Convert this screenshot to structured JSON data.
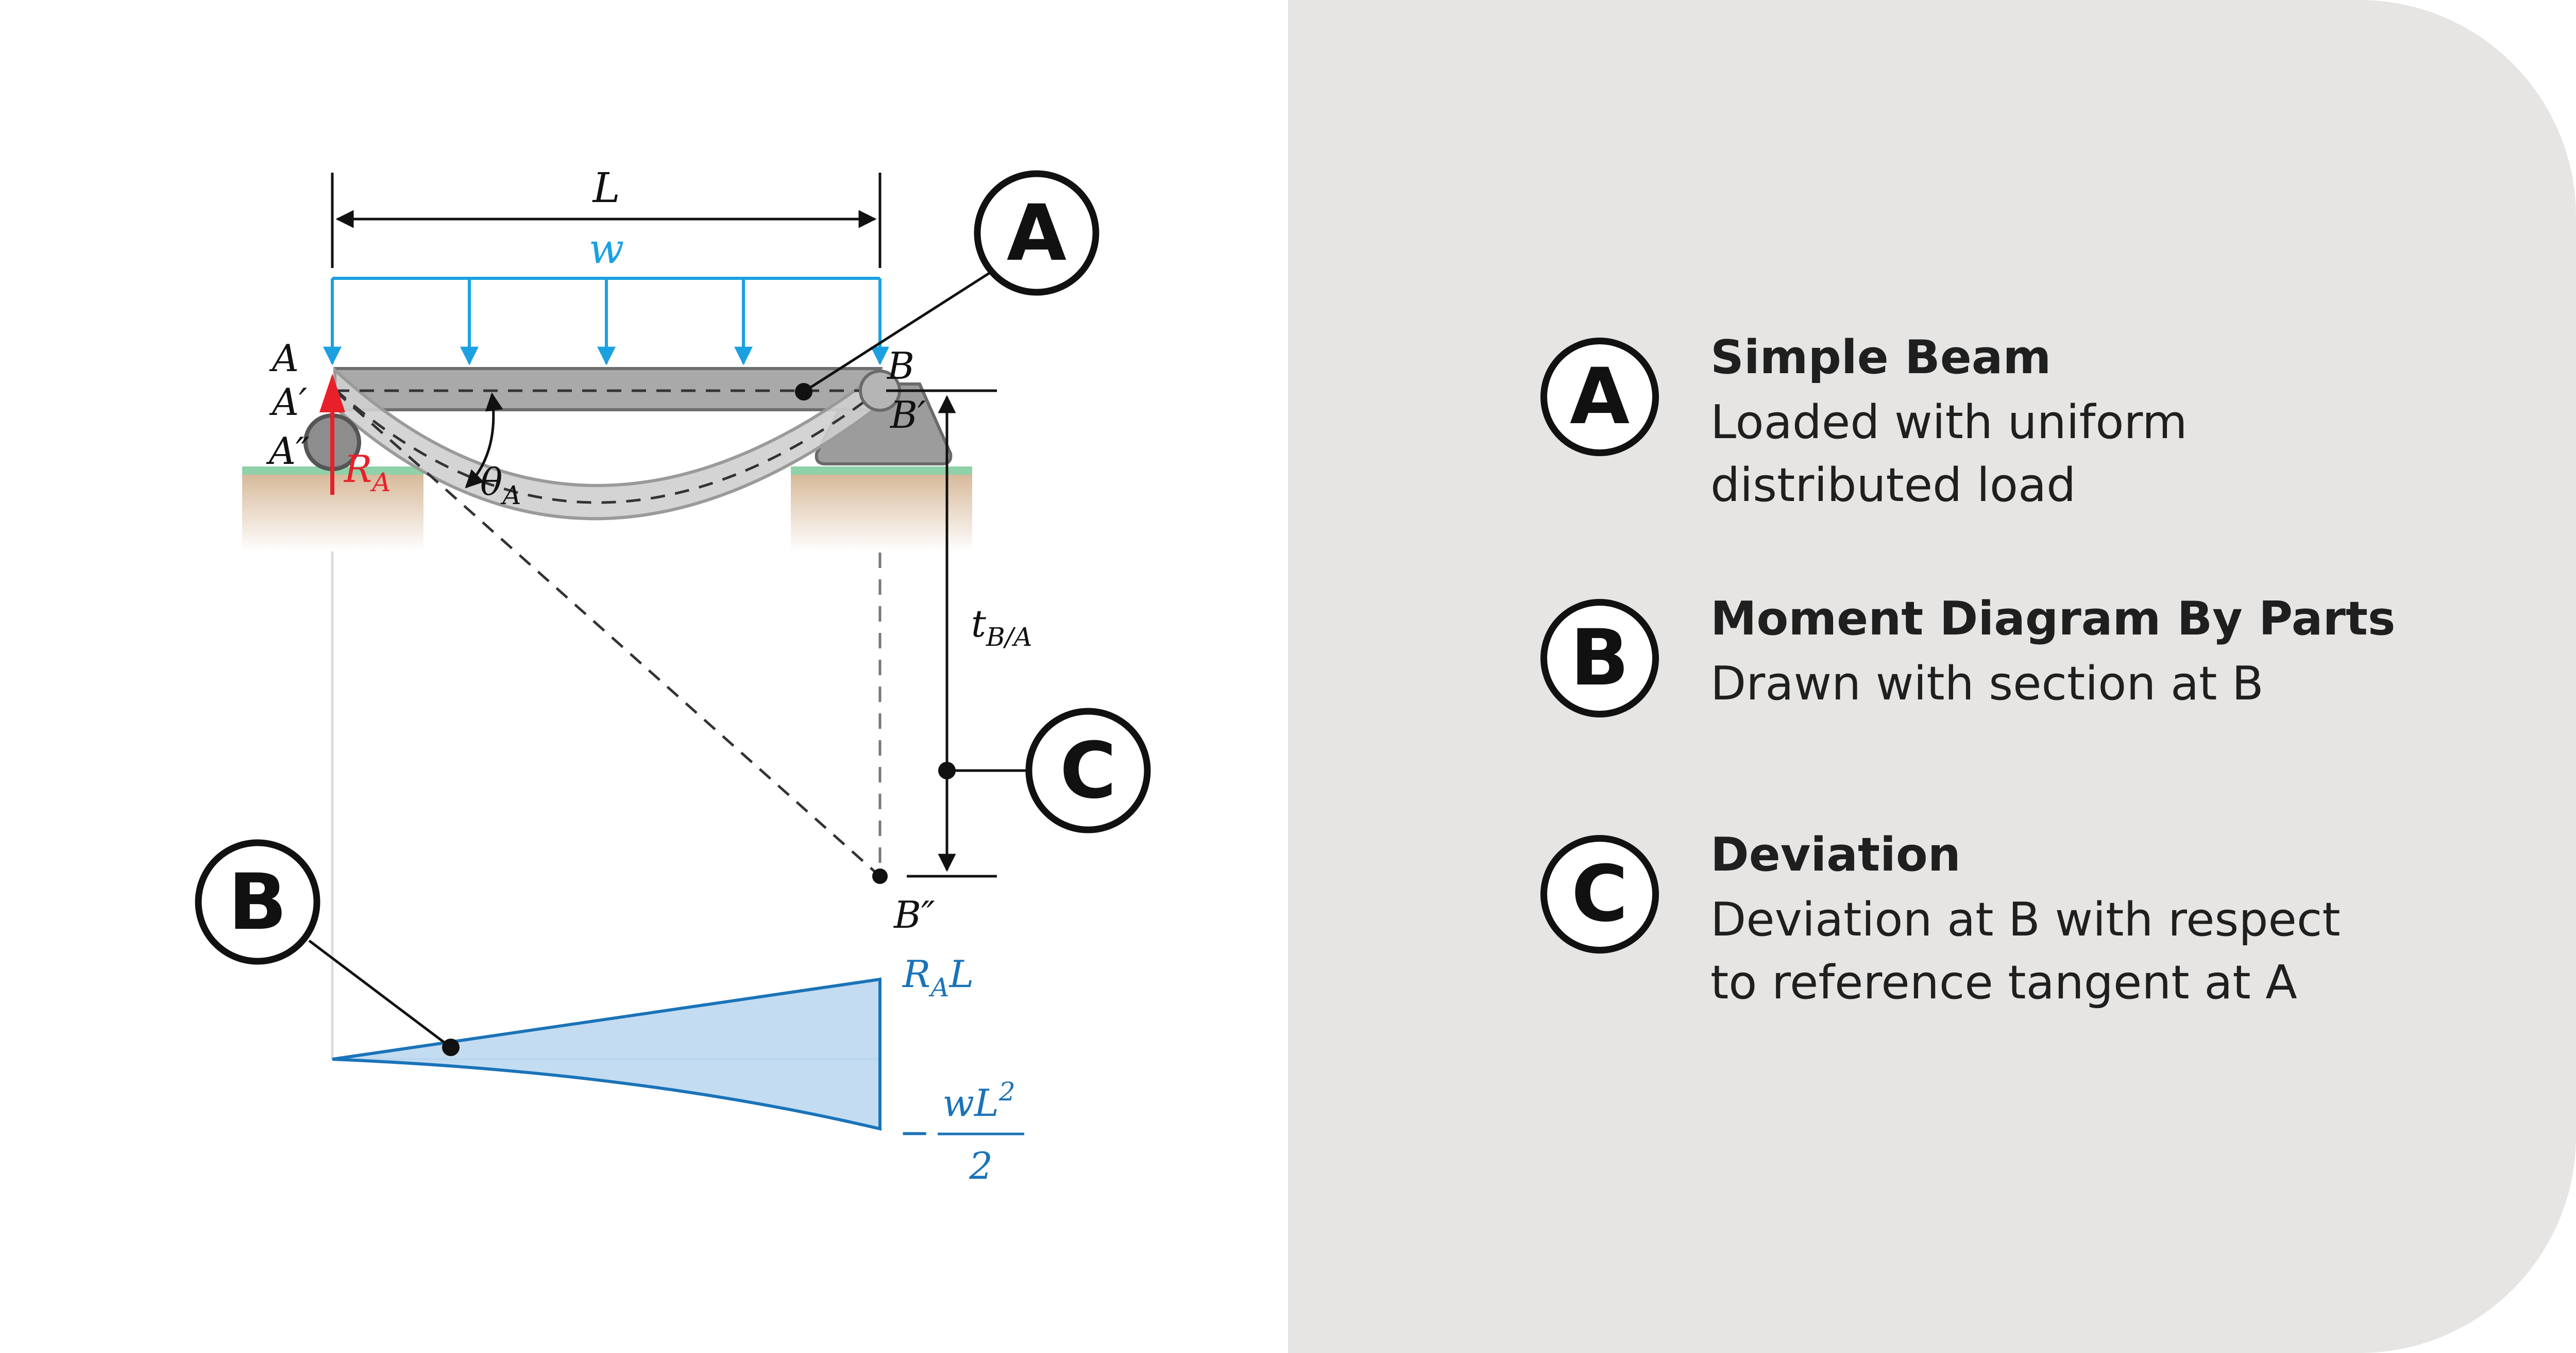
{
  "diagram": {
    "span_label": "L",
    "load_label": "w",
    "point_a": "A",
    "point_a_prime": "A′",
    "point_a_double_prime": "A″",
    "point_b": "B",
    "point_b_prime": "B′",
    "point_b_double_prime": "B″",
    "reaction": {
      "symbol": "R",
      "subscript": "A"
    },
    "slope_angle": {
      "symbol": "θ",
      "subscript": "A"
    },
    "deviation": {
      "symbol": "t",
      "subscript": "B/A"
    },
    "moment_positive": {
      "symbol": "R",
      "subscript": "A",
      "suffix": "L"
    },
    "moment_negative": {
      "sign": "−",
      "numerator": "wL",
      "exponent": "2",
      "denominator": "2"
    },
    "callouts": [
      "A",
      "B",
      "C"
    ]
  },
  "legend": {
    "items": [
      {
        "badge": "A",
        "title": "Simple Beam",
        "desc": [
          "Loaded with uniform",
          "distributed load"
        ]
      },
      {
        "badge": "B",
        "title": "Moment Diagram By Parts",
        "desc": [
          "Drawn with section at B"
        ]
      },
      {
        "badge": "C",
        "title": "Deviation",
        "desc": [
          "Deviation at B with respect",
          "to reference tangent at A"
        ]
      }
    ]
  },
  "colors": {
    "load": "#1ba1e2",
    "reaction": "#e8202a",
    "moment": "#1a73b8",
    "moment_fill": "#b9d6ee",
    "ground": "#8fd1a8",
    "soil": "#d7b99a",
    "panel": "#e6e5e3"
  }
}
